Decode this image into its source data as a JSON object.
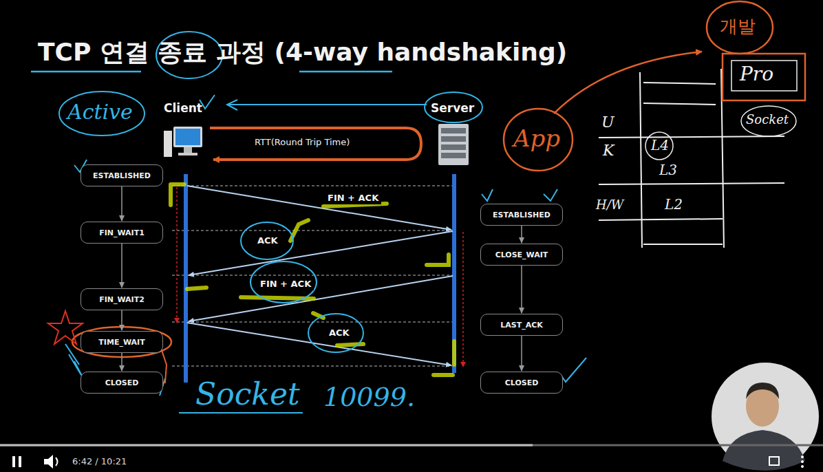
{
  "diagram": {
    "title": "TCP 연결 종료 과정 (4-way handshaking)",
    "nodes": [
      {
        "text": [
          "ESTABLISHED"
        ]
      },
      {
        "text": [
          "FIN_WAIT1"
        ]
      },
      {
        "text": [
          "FIN_WAIT2"
        ]
      },
      {
        "text": [
          "TIME_WAIT"
        ]
      },
      {
        "text": [
          "CLOSED"
        ]
      },
      {
        "text": [
          "ESTABLISHED"
        ]
      },
      {
        "text": [
          "CLOSE_WAIT"
        ]
      },
      {
        "text": [
          "LAST_ACK"
        ]
      },
      {
        "text": [
          "CLOSED"
        ]
      }
    ],
    "edges": [
      {
        "from": 0,
        "to": 1,
        "arrow": "to"
      },
      {
        "from": 1,
        "to": 2,
        "arrow": "to"
      },
      {
        "from": 2,
        "to": 3,
        "arrow": "to"
      },
      {
        "from": 3,
        "to": 4,
        "arrow": "to"
      },
      {
        "from": 5,
        "to": 6,
        "arrow": "to"
      },
      {
        "from": 6,
        "to": 7,
        "arrow": "to"
      },
      {
        "from": 7,
        "to": 8,
        "arrow": "to"
      }
    ],
    "labels": [
      "Client",
      "Server",
      "RTT(Round Trip Time)",
      "FIN + ACK",
      "ACK",
      "FIN + ACK",
      "ACK",
      "Active",
      "App",
      "개발",
      "Pro",
      "Socket",
      "U",
      "K",
      "H/W",
      "L4",
      "L3",
      "L2",
      "Socket",
      "10099.",
      "6:42 / 10:21"
    ]
  }
}
